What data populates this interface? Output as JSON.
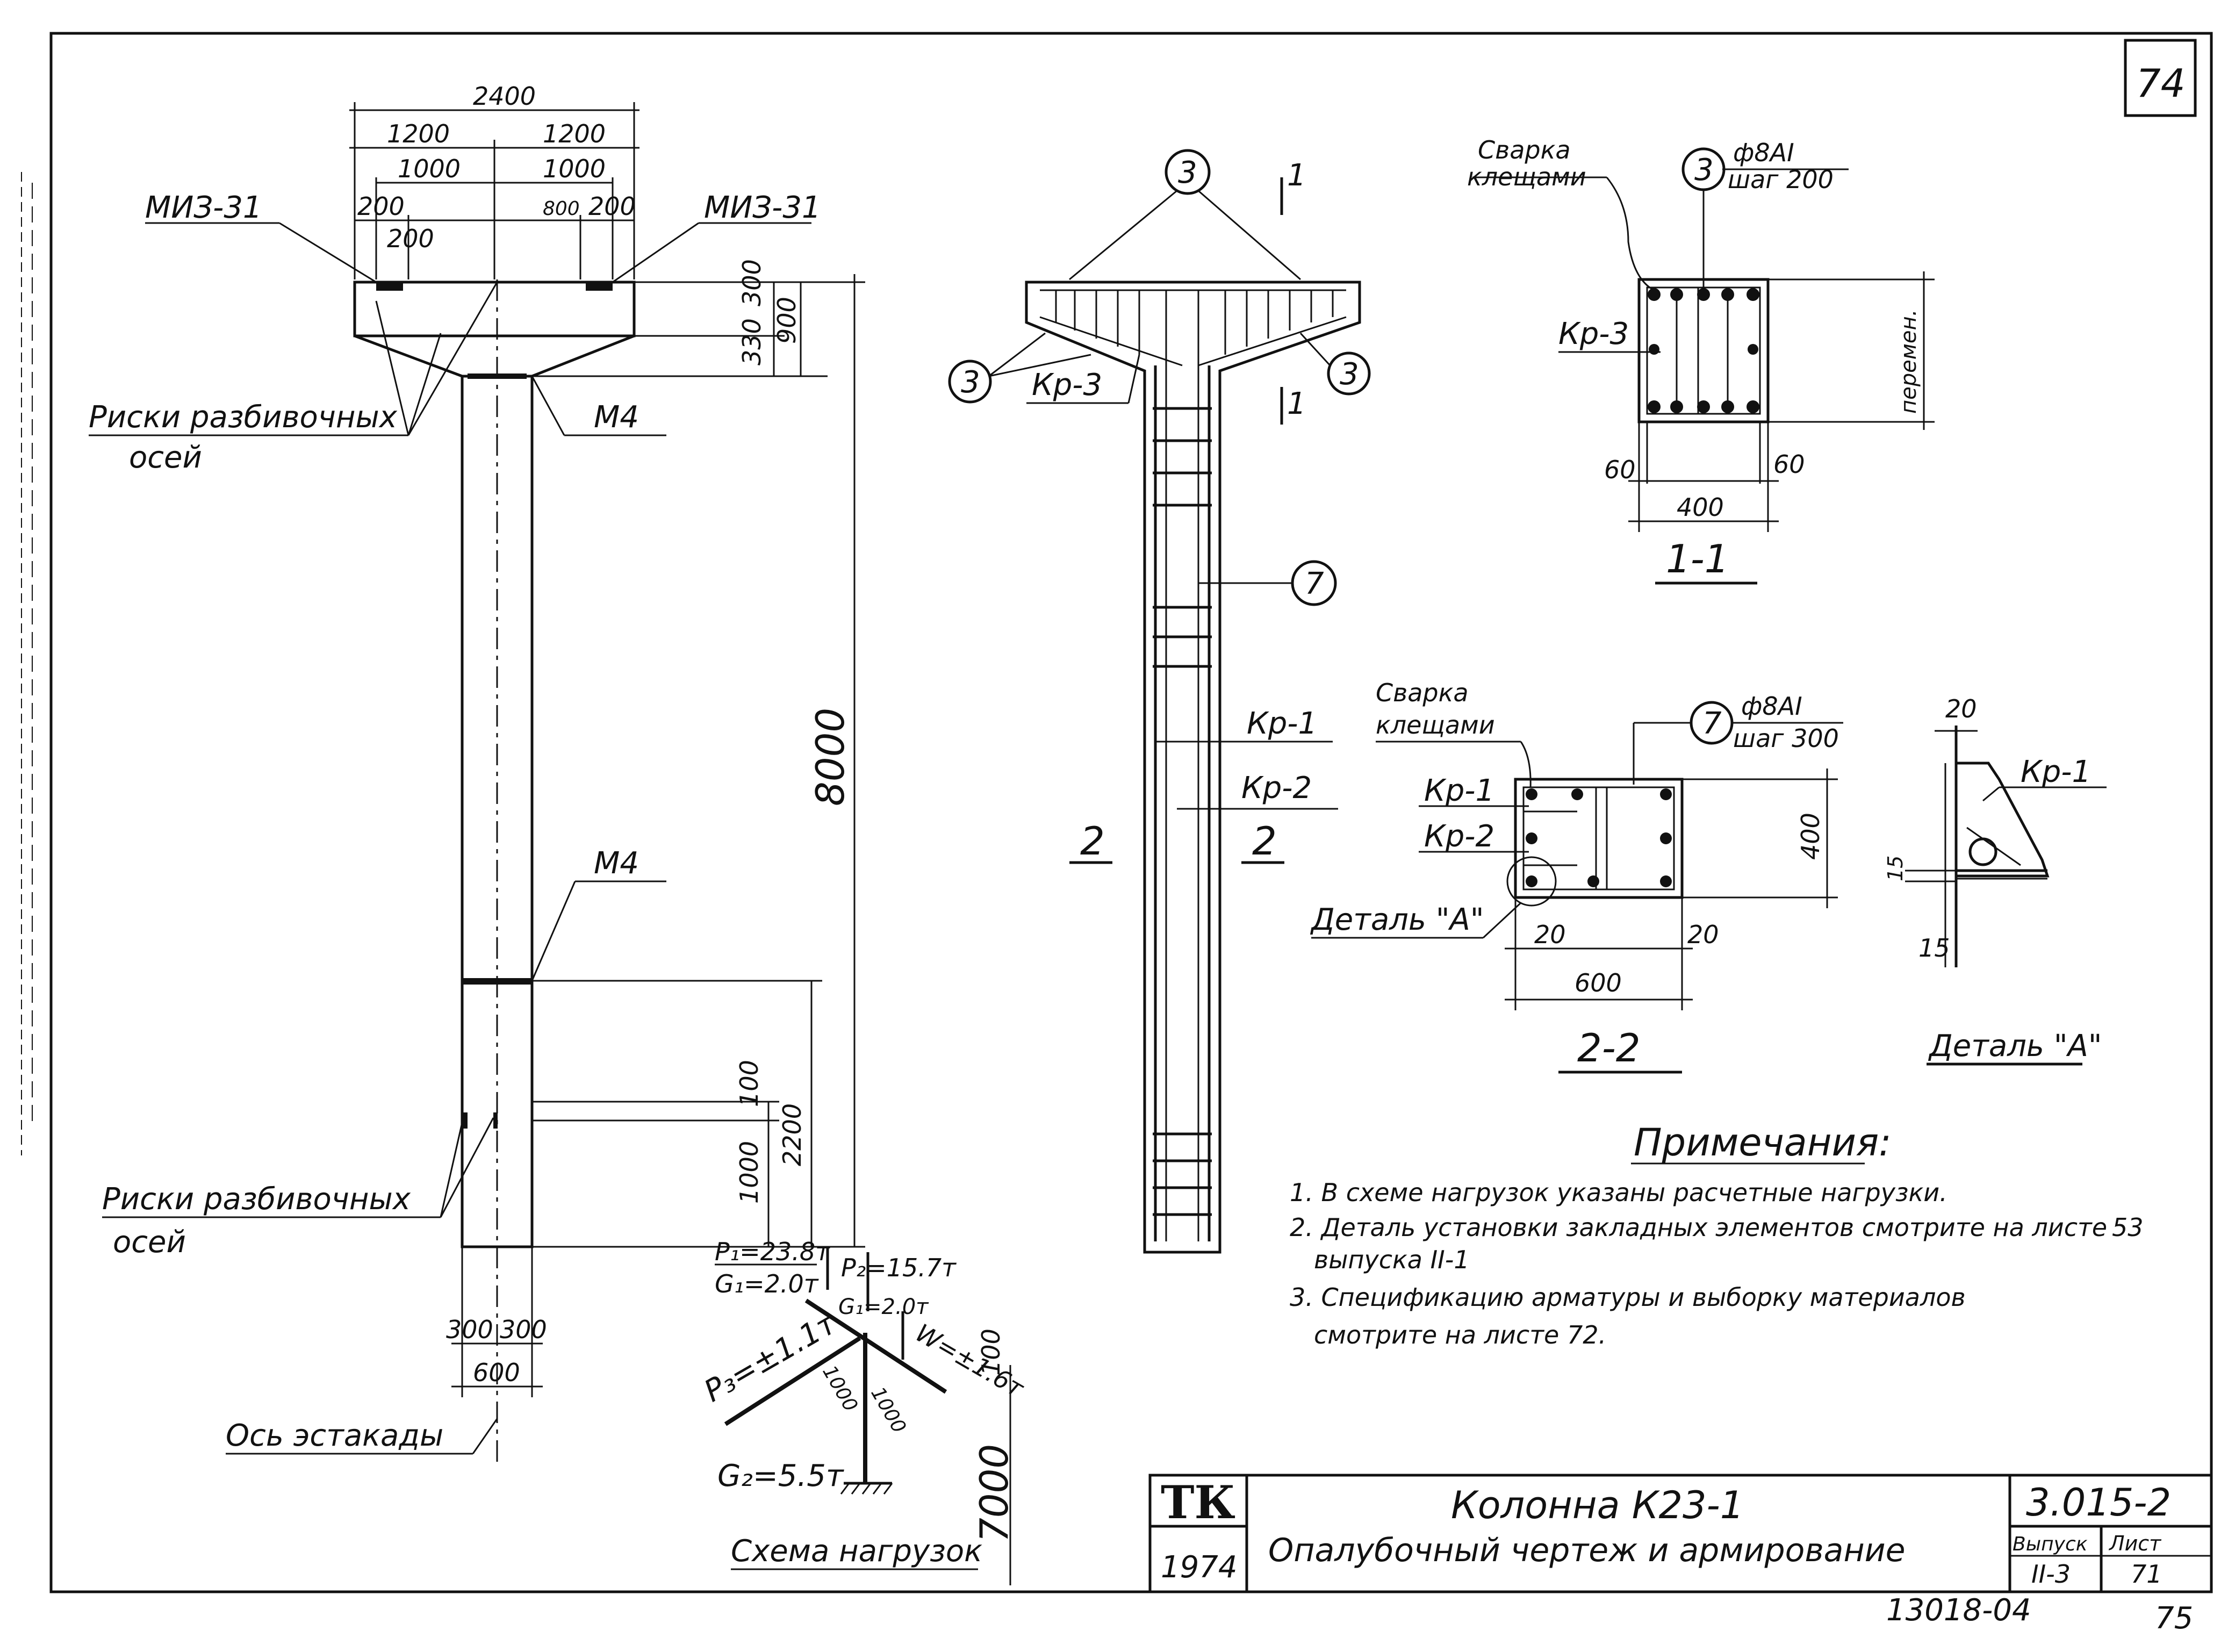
{
  "sheet": {
    "page_number": "74",
    "bottom_code": "13018-04",
    "bottom_page": "75"
  },
  "elevation": {
    "dim_total": "2400",
    "dim_half_left": "1200",
    "dim_half_right": "1200",
    "dim_inner_left": "1000",
    "dim_inner_right": "1000",
    "dim_200_a": "200",
    "dim_200_b": "200",
    "dim_800": "800",
    "dim_200_c": "200",
    "label_miz_left": "МИЗ-31",
    "label_miz_right": "МИЗ-31",
    "dim_300": "300",
    "dim_330": "330",
    "dim_900": "900",
    "label_riski_top_1": "Риски разбивочных",
    "label_riski_top_2": "осей",
    "label_m4_top": "М4",
    "label_m4_mid": "М4",
    "dim_8000": "8000",
    "dim_2200": "2200",
    "dim_100": "100",
    "dim_1000": "1000",
    "label_riski_bot_1": "Риски разбивочных",
    "label_riski_bot_2": "осей",
    "dim_300_l": "300",
    "dim_300_r": "300",
    "dim_600": "600",
    "label_axis": "Ось эстакады"
  },
  "loads": {
    "p1": "P₁=23.8т",
    "g1a": "G₁=2.0т",
    "p2": "P₂=15.7т",
    "g1b": "G₁=2.0т",
    "w": "W=±1.6т",
    "p3": "P₃=±1.1т",
    "dim_1000_a": "1000",
    "dim_1000_b": "1000",
    "dim_100": "100",
    "g2": "G₂=5.5т",
    "dim_7000": "7000",
    "title": "Схема нагрузок"
  },
  "reinforcement": {
    "mark_3": "3",
    "mark_7": "7",
    "section_1_top": "1",
    "section_1_bot": "1",
    "kp3": "Кр-3",
    "kp1": "Кр-1",
    "kp2": "Кр-2",
    "section_2_left": "2",
    "section_2_right": "2"
  },
  "section_11": {
    "welding_1": "Сварка",
    "welding_2": "клещами",
    "rebar_1": "ф8АI",
    "rebar_2": "шаг 200",
    "kp3": "Кр-3",
    "variable": "перемен.",
    "dim_60_l": "60",
    "dim_60_r": "60",
    "dim_400": "400",
    "title": "1-1"
  },
  "section_22": {
    "welding_1": "Сварка",
    "welding_2": "клещами",
    "rebar_1": "ф8АI",
    "rebar_2": "шаг 300",
    "kp1": "Кр-1",
    "kp2": "Кр-2",
    "detail_ref": "Деталь \"А\"",
    "dim_400": "400",
    "dim_20_l": "20",
    "dim_20_r": "20",
    "dim_600": "600",
    "title": "2-2"
  },
  "detail_a": {
    "dim_20": "20",
    "kp1": "Кр-1",
    "dim_15_a": "15",
    "dim_15_b": "15",
    "title": "Деталь \"А\""
  },
  "notes": {
    "heading": "Примечания:",
    "n1": "1. В схеме нагрузок указаны расчетные нагрузки.",
    "n2a": "2. Деталь установки закладных элементов смотрите на листе",
    "n2_ref": "53",
    "n2b": "выпуска II-1",
    "n3a": "3. Спецификацию арматуры и выборку материалов",
    "n3b": "смотрите на листе 72."
  },
  "title_block": {
    "logo": "ТК",
    "year": "1974",
    "title_1": "Колонна К23-1",
    "title_2": "Опалубочный чертеж и армирование",
    "code": "3.015-2",
    "issue_label": "Выпуск",
    "issue_value": "II-3",
    "sheet_label": "Лист",
    "sheet_value": "71"
  }
}
